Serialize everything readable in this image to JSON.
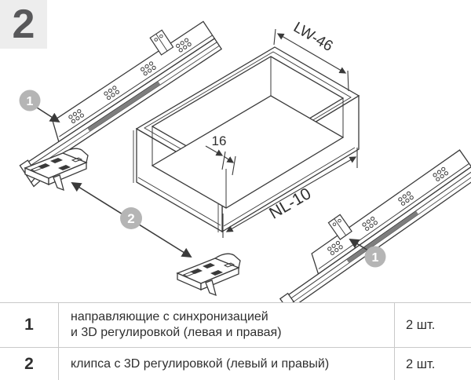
{
  "page": {
    "step_badge": "2"
  },
  "colors": {
    "line": "#3a3a3a",
    "callout_fill": "#b5b5b5",
    "badge_bg": "#ededed",
    "badge_text": "#58585a",
    "table_border": "#c9c9c9",
    "rail_stripe": "#7d7d7d"
  },
  "diagram": {
    "dimensions": {
      "width_label": "LW-46",
      "length_label": "NL-10",
      "offset_label": "16"
    },
    "callouts": {
      "left_slide": "1",
      "right_slide": "1",
      "clips": "2"
    }
  },
  "parts_table": {
    "rows": [
      {
        "num": "1",
        "desc_line1": "направляющие с синхронизацией",
        "desc_line2": "и 3D регулировкой (левая и правая)",
        "qty": "2 шт."
      },
      {
        "num": "2",
        "desc_line1": "клипса с 3D регулировкой (левый и правый)",
        "desc_line2": "",
        "qty": "2 шт."
      }
    ]
  }
}
